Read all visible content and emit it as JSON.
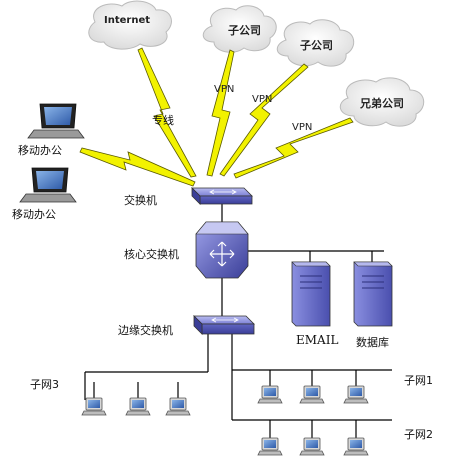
{
  "clouds": {
    "internet": "Internet",
    "subsidiary_1": "子公司",
    "subsidiary_2": "子公司",
    "sister_company": "兄弟公司"
  },
  "links": {
    "leased_line": "专线",
    "vpn_1": "VPN",
    "vpn_2": "VPN",
    "vpn_3": "VPN"
  },
  "mobile": {
    "laptop_1": "移动办公",
    "laptop_2": "移动办公"
  },
  "switches": {
    "access": "交换机",
    "core": "核心交换机",
    "edge": "边缘交换机"
  },
  "servers": {
    "email": "EMAIL",
    "database": "数据库"
  },
  "subnets": {
    "subnet_1": "子网1",
    "subnet_2": "子网2",
    "subnet_3": "子网3"
  },
  "colors": {
    "lightning": "#f2f200",
    "lightning_stroke": "#6b6b00",
    "switch": "#6f73c8",
    "core_switch": "#5b5fb8",
    "server": "#6d72c8",
    "line": "#000000"
  }
}
